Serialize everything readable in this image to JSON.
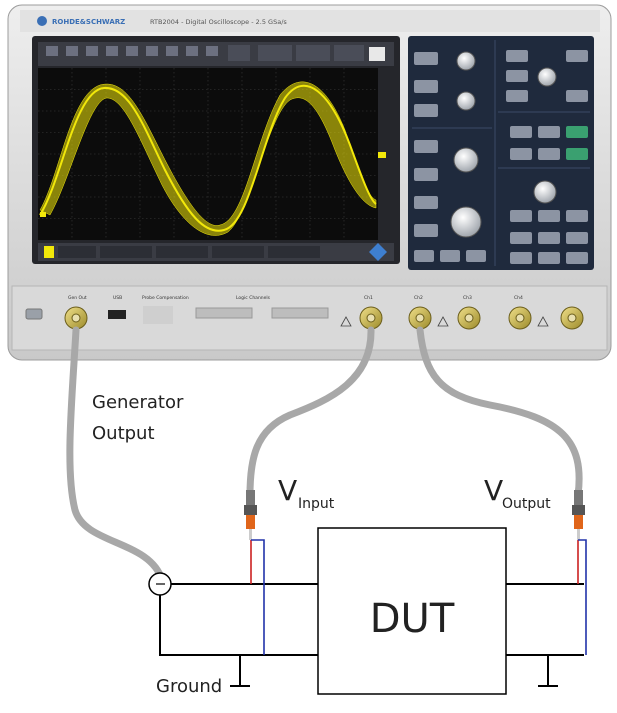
{
  "instrument": {
    "brand": "ROHDE&SCHWARZ",
    "model_line": "RTB2004 - Digital Oscilloscope - 2.5 GSa/s",
    "front_labels": {
      "gen_out": "Gen Out",
      "probe_comp": "Probe Compensation",
      "usb": "USB",
      "logic_channels": "Logic Channels",
      "ch1": "Ch1",
      "ch2": "Ch2",
      "ch3": "Ch3",
      "ch4": "Ch4"
    }
  },
  "colors": {
    "trace": "#f2e80a",
    "cable": "#a8a8a8",
    "wire_ground": "#000000",
    "wire_signal_red": "#cc2222",
    "wire_signal_blue": "#2233aa",
    "probe_tip": "#e0651a"
  },
  "labels": {
    "generator_line1": "Generator",
    "generator_line2": "Output",
    "v_input_main": "V",
    "v_input_sub": "Input",
    "v_output_main": "V",
    "v_output_sub": "Output",
    "dut": "DUT",
    "ground": "Ground"
  }
}
